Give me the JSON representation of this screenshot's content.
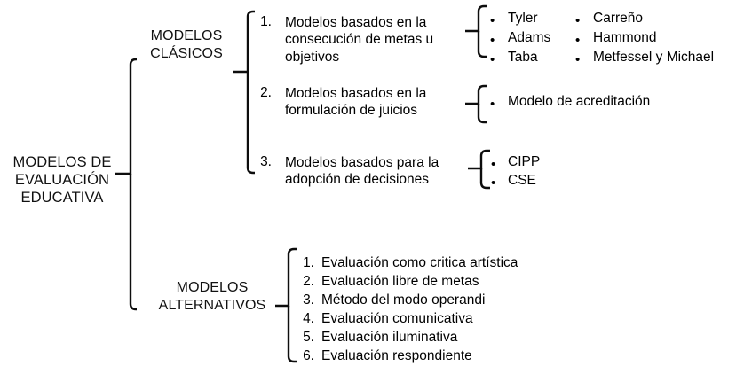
{
  "diagram": {
    "title": "Modelos de Evaluación Educativa",
    "type": "tree-diagram",
    "background_color": "#ffffff",
    "line_color": "#0d0d0d",
    "text_color": "#111111"
  },
  "root": {
    "label": "MODELOS DE\nEVALUACIÓN\nEDUCATIVA"
  },
  "branches": [
    {
      "id": "clasicos",
      "label": "MODELOS\nCLÁSICOS",
      "items": [
        {
          "number": "1.",
          "text": "Modelos basados en la\nconsecución de metas u\nobjetivos",
          "leaf_columns": [
            {
              "bullets": [
                "Tyler",
                "Adams",
                "Taba"
              ]
            },
            {
              "bullets": [
                "Carreño",
                "Hammond",
                "Metfessel y Michael"
              ]
            }
          ]
        },
        {
          "number": "2.",
          "text": "Modelos basados en la\nformulación de juicios",
          "leaf_columns": [
            {
              "bullets": [
                "Modelo de acreditación"
              ]
            }
          ]
        },
        {
          "number": "3.",
          "text": "Modelos basados para la\nadopción de decisiones",
          "leaf_columns": [
            {
              "bullets": [
                "CIPP",
                "CSE"
              ]
            }
          ]
        }
      ]
    },
    {
      "id": "alternativos",
      "label": "MODELOS\nALTERNATIVOS",
      "numbered_list": [
        {
          "number": "1.",
          "text": "Evaluación como critica artística"
        },
        {
          "number": "2.",
          "text": "Evaluación libre de metas"
        },
        {
          "number": "3.",
          "text": "Método del modo operandi"
        },
        {
          "number": "4.",
          "text": "Evaluación comunicativa"
        },
        {
          "number": "5.",
          "text": "Evaluación iluminativa"
        },
        {
          "number": "6.",
          "text": "Evaluación respondiente"
        }
      ]
    }
  ]
}
